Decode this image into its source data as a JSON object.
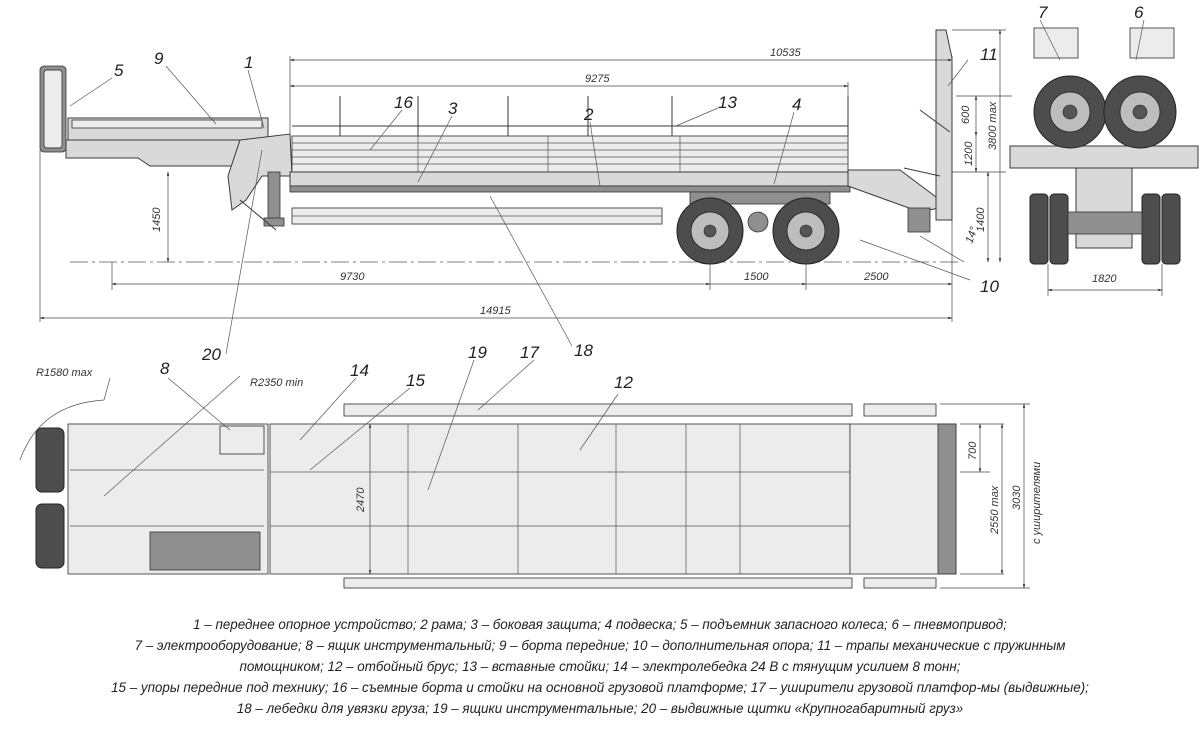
{
  "side_view": {
    "dimensions": {
      "overall_length": "14915",
      "platform_length": "9275",
      "deck_length": "10535",
      "to_axle": "9730",
      "axle_spacing": "1500",
      "rear_overhang": "2500",
      "gooseneck_height": "1450",
      "stake_height": "600",
      "board_height": "1200",
      "max_height": "3800 max",
      "deck_height": "1400",
      "ramp_angle": "14°"
    },
    "callouts": [
      "5",
      "9",
      "1",
      "16",
      "3",
      "2",
      "13",
      "4",
      "11",
      "10",
      "20",
      "18"
    ]
  },
  "rear_view": {
    "dimensions": {
      "track": "1820"
    },
    "callouts": [
      "7",
      "6"
    ]
  },
  "top_view": {
    "dimensions": {
      "turn_radius_max": "R1580 max",
      "turn_radius_min": "R2350 min",
      "deck_width": "2470",
      "extension": "700",
      "width_max": "2550 max",
      "width_with_extenders": "3030",
      "with_extenders_label": "с уширителями"
    },
    "callouts": [
      "8",
      "14",
      "15",
      "19",
      "17",
      "12"
    ]
  },
  "legend": {
    "lines": [
      "1 – переднее опорное устройство; 2  рама; 3 – боковая защита; 4  подвеска; 5 – подъемник запасного колеса; 6 – пневмопривод;",
      "7 – электрооборудование; 8 – ящик инструментальный; 9 – борта передние; 10 – дополнительная опора; 11 – трапы механические с пружинным",
      "помощником; 12 – отбойный брус; 13 – вставные стойки; 14 – электролебедка 24 В с тянущим усилием 8 тонн;",
      "15 – упоры передние под технику; 16 – съемные борта и стойки на основной грузовой платформе; 17 – уширители грузовой платфор-мы (выдвижные);",
      "18 – лебедки для увязки груза; 19 – ящики инструментальные; 20 – выдвижные щитки «Крупногабаритный груз»"
    ]
  }
}
